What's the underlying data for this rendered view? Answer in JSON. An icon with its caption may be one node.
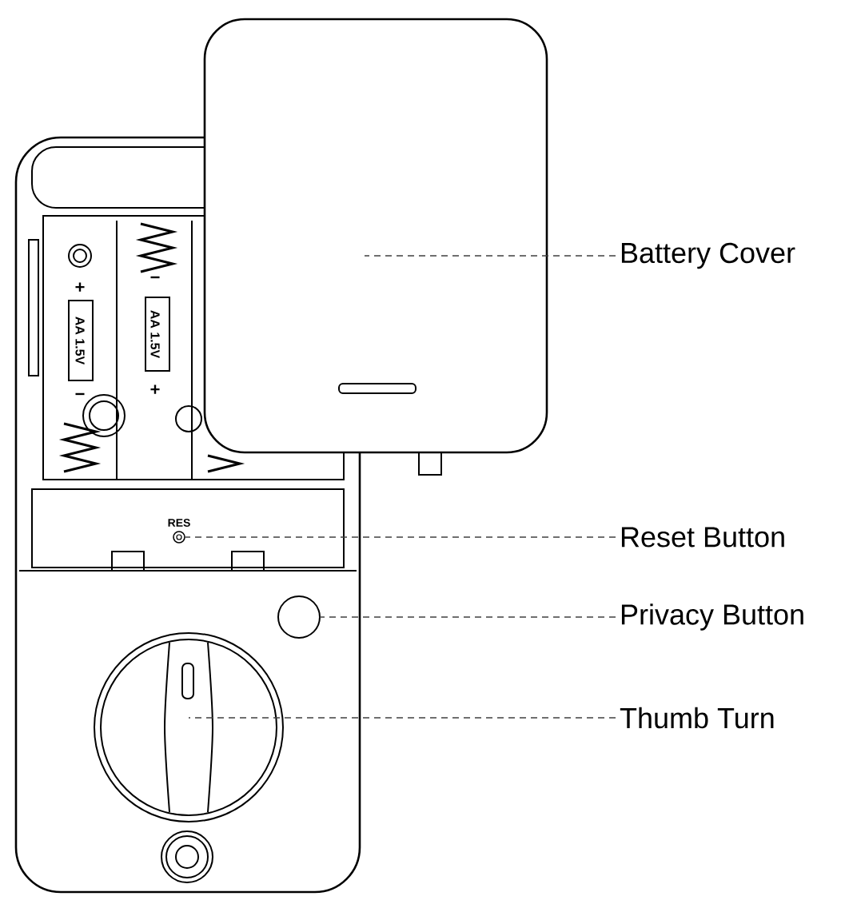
{
  "diagram": {
    "nodes": [
      {
        "text": [
          "Battery Cover"
        ]
      },
      {
        "text": [
          "Reset Button"
        ]
      },
      {
        "text": [
          "Privacy Button"
        ]
      },
      {
        "text": [
          "Thumb Turn"
        ]
      },
      {
        "text": [],
        "shape": "circle"
      }
    ],
    "edges": [
      {
        "from": 0,
        "to": null,
        "arrow": "none",
        "style": "dashed"
      },
      {
        "from": 1,
        "to": 4,
        "arrow": "none",
        "style": "dashed"
      },
      {
        "from": 2,
        "to": null,
        "arrow": "none",
        "style": "dashed"
      },
      {
        "from": 3,
        "to": null,
        "arrow": "none",
        "style": "dashed"
      }
    ],
    "labels": [
      "+",
      "AA 1.5V",
      "−",
      "−",
      "AA 1.5V",
      "+",
      "RES"
    ]
  }
}
